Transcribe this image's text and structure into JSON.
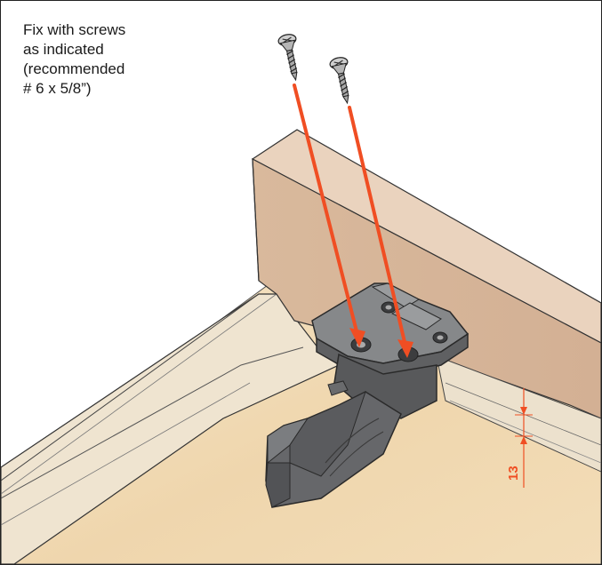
{
  "instruction": {
    "lines": [
      "Fix with screws",
      "as indicated",
      "(recommended",
      "# 6 x 5/8”)"
    ]
  },
  "dimension": {
    "value": "13"
  },
  "colors": {
    "arrow": "#f04e23",
    "back_panel_front": "#d8b89c",
    "back_panel_top": "#e9d2bd",
    "drawer_bottom": "#efd7b0",
    "side_rail": "#efe4d0",
    "bracket": "#5f6062",
    "bracket_top": "#86888a",
    "outline": "#2a2a2a"
  },
  "icons": [
    "screw-icon",
    "arrow-icon"
  ]
}
